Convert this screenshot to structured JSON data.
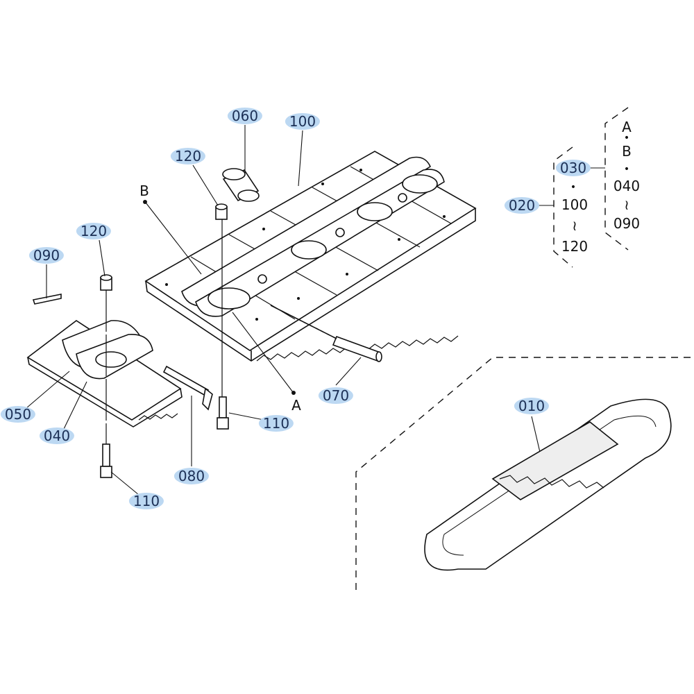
{
  "callouts": {
    "p060": "060",
    "p100": "100",
    "p120a": "120",
    "p120b": "120",
    "p090": "090",
    "p070": "070",
    "p110a": "110",
    "p110b": "110",
    "p050": "050",
    "p040": "040",
    "p080": "080",
    "p010": "010",
    "p020": "020",
    "p030": "030"
  },
  "markers": {
    "a": "A",
    "b": "B"
  },
  "group_020": {
    "sep": "•",
    "from": "100",
    "range": "≀",
    "to": "120"
  },
  "group_030": {
    "a": "A",
    "sep1": "•",
    "b": "B",
    "sep2": "•",
    "from": "040",
    "range": "≀",
    "to": "090"
  },
  "colors": {
    "highlight": "#bcd8f2",
    "callout_text": "#1b2f55",
    "line": "#111111"
  }
}
